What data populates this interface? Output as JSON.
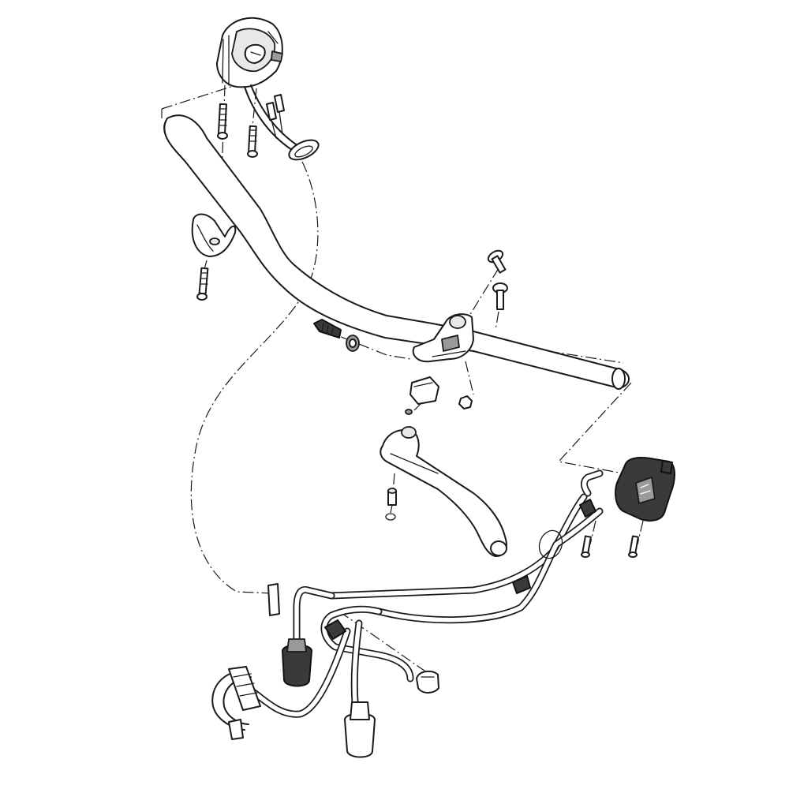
{
  "diagram": {
    "type": "exploded-parts-view",
    "colors": {
      "line": "#1a1a1a",
      "part_fill": "#ffffff",
      "light_shade": "#e8e8e8",
      "mid_shade": "#9a9a9a",
      "dark_shade": "#3a3a3a"
    },
    "parts": [
      "left-switch-housing",
      "handlebar",
      "throttle-cable-guide",
      "clutch-lever-bracket",
      "clutch-lever",
      "adjuster-bolt",
      "adjuster-wheel",
      "right-switch-housing",
      "wiring-harness",
      "connectors",
      "screws"
    ]
  }
}
